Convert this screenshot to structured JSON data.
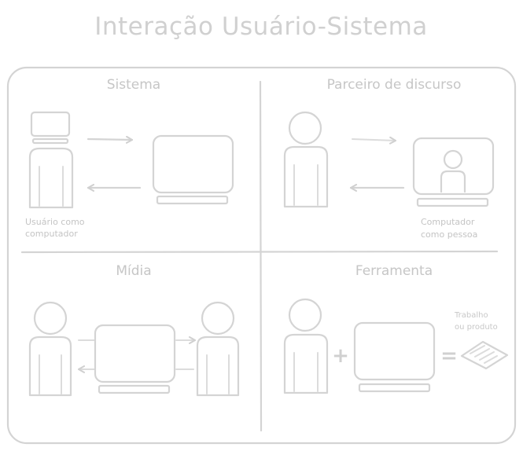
{
  "diagram": {
    "title": "Interação Usuário-Sistema",
    "quadrants": {
      "system": {
        "title": "Sistema",
        "caption_line1": "Usuário como",
        "caption_line2": "computador"
      },
      "partner": {
        "title": "Parceiro de discurso",
        "caption_line1": "Computador",
        "caption_line2": "como pessoa"
      },
      "media": {
        "title": "Mídia"
      },
      "tool": {
        "title": "Ferramenta",
        "plus_symbol": "+",
        "equals_symbol": "=",
        "product_line1": "Trabalho",
        "product_line2": "ou produto"
      }
    }
  },
  "colors": {
    "stroke": "#d4d4d4",
    "text": "#c6c6c6",
    "background": "#ffffff"
  }
}
